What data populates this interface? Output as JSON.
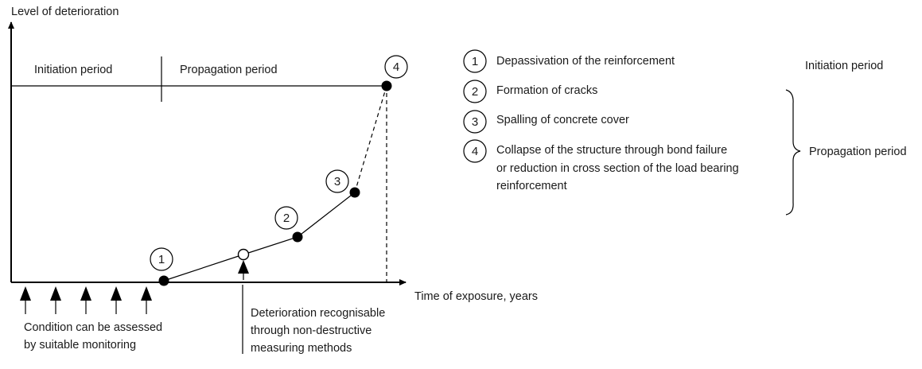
{
  "axes": {
    "y_label": "Level of deterioration",
    "x_label": "Time of exposure, years"
  },
  "periods": {
    "initiation": "Initiation period",
    "propagation": "Propagation period"
  },
  "stages": [
    {
      "number": "1",
      "text": [
        "Depassivation of the reinforcement"
      ]
    },
    {
      "number": "2",
      "text": [
        "Formation of cracks"
      ]
    },
    {
      "number": "3",
      "text": [
        "Spalling of concrete cover"
      ]
    },
    {
      "number": "4",
      "text": [
        "Collapse of the structure through bond failure",
        "or reduction in cross section of the load bearing",
        "reinforcement"
      ]
    }
  ],
  "legend_groups": {
    "initiation": "Initiation period",
    "propagation": "Propagation period"
  },
  "annotations": {
    "monitoring": [
      "Condition can be assessed",
      "by suitable monitoring"
    ],
    "ndt": [
      "Deterioration recognisable",
      "through non-destructive",
      "measuring methods"
    ]
  }
}
